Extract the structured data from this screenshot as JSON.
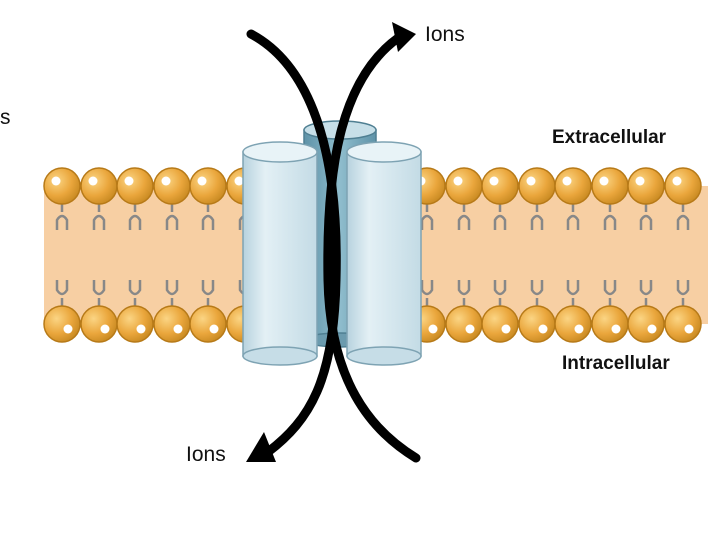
{
  "labels": {
    "ions_top": "Ions",
    "ions_bottom": "Ions",
    "extracellular": "Extracellular",
    "intracellular": "Intracellular",
    "cut_off_left": "s"
  },
  "colors": {
    "head": "#e9a53a",
    "head_stroke": "#b97a19",
    "membrane_core": "#f6cda0",
    "tail": "#8a8a8a",
    "channel_light": "#d3e6ee",
    "channel_stroke": "#7fa3b3",
    "channel_dark": "#7fb0c2",
    "arrow": "#000000"
  }
}
